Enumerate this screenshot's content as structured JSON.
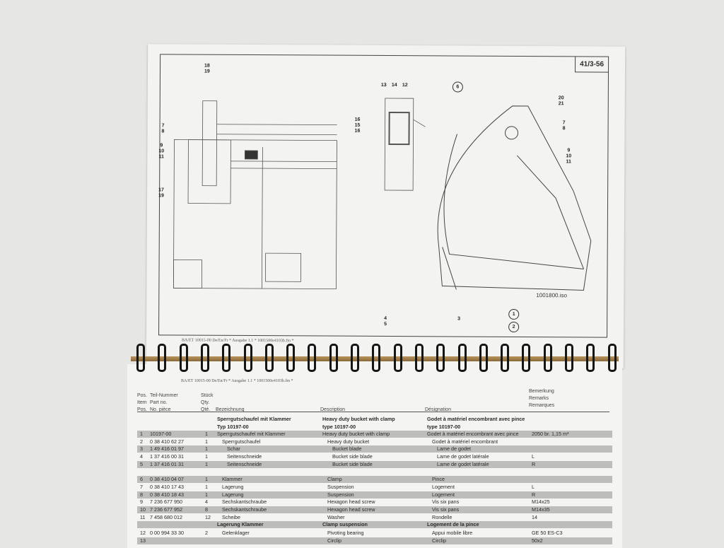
{
  "upper_page": {
    "sheet_number": "41/3-56",
    "image_ref": "1001800.iso",
    "footer": "BA/ET 10015-00 De/En/Fr * Ausgabe 1.1 * 1001500e4103b.fm *",
    "callouts": {
      "left_18_19": "18\n19",
      "left_7_8": "7\n8",
      "left_9_10_11": "9\n10\n11",
      "left_17_19": "17\n19",
      "mid_13": "13",
      "mid_14": "14",
      "mid_12": "12",
      "mid_16_15_16": "16\n15\n16",
      "right_6": "6",
      "right_20_21": "20\n21",
      "right_7_8": "7\n8",
      "right_9_10_11": "9\n10\n11",
      "bottom_4_5": "4\n5",
      "bottom_3": "3",
      "bottom_1": "1",
      "bottom_2": "2"
    }
  },
  "lower_page": {
    "footer": "BA/ET 10015-00 De/En/Fr * Ausgabe 1.1 * 1001500e4103b.fm *",
    "headers": {
      "pos": "Pos.\nItem\nPos.",
      "part": "Teil-Nummer\nPart no.\nNo. pièce",
      "qty": "Stück\nQty.\nQté.",
      "bezeichnung": "Bezeichnung",
      "description": "Description",
      "designation": "Désignation",
      "remarks": "Bemerkung\nRemarks\nRemarques"
    },
    "rows": [
      {
        "type": "section",
        "de": "Sperrgutschaufel mit Klammer",
        "en": "Heavy duty bucket with clamp",
        "fr": "Godet à matériel encombrant avec pince"
      },
      {
        "type": "section",
        "de": "Typ 10197-00",
        "en": "type 10197-00",
        "fr": "type 10197-00"
      },
      {
        "pos": "1",
        "part": "10197-00",
        "qty": "1",
        "de": "Sperrgutschaufel mit Klammer",
        "en": "Heavy duty bucket with clamp",
        "fr": "Godet à matériel encombrant avec pince",
        "rem": "2050 br. 1,15 m³",
        "indent": 0,
        "shade": true
      },
      {
        "pos": "2",
        "part": "0 38 410 62 27",
        "qty": "1",
        "de": "Sperrgutschaufel",
        "en": "Heavy duty bucket",
        "fr": "Godet à matériel encombrant",
        "rem": "",
        "indent": 1
      },
      {
        "pos": "3",
        "part": "1 49 416 01 97",
        "qty": "1",
        "de": "Schar",
        "en": "Bucket blade",
        "fr": "Lame de godet",
        "rem": "",
        "indent": 2,
        "shade": true
      },
      {
        "pos": "4",
        "part": "1 37 416 00 31",
        "qty": "1",
        "de": "Seitenschneide",
        "en": "Bucket side blade",
        "fr": "Lame de godet latérale",
        "rem": "L",
        "indent": 2
      },
      {
        "pos": "5",
        "part": "1 37 416 01 31",
        "qty": "1",
        "de": "Seitenschneide",
        "en": "Bucket side blade",
        "fr": "Lame de godet latérale",
        "rem": "R",
        "indent": 2,
        "shade": true
      },
      {
        "type": "blank"
      },
      {
        "pos": "6",
        "part": "0 38 410 04 07",
        "qty": "1",
        "de": "Klammer",
        "en": "Clamp",
        "fr": "Pince",
        "rem": "",
        "indent": 1,
        "shade": true
      },
      {
        "pos": "7",
        "part": "0 38 410 17 43",
        "qty": "1",
        "de": "Lagerung",
        "en": "Suspension",
        "fr": "Logement",
        "rem": "L",
        "indent": 1
      },
      {
        "pos": "8",
        "part": "0 38 410 18 43",
        "qty": "1",
        "de": "Lagerung",
        "en": "Suspension",
        "fr": "Logement",
        "rem": "R",
        "indent": 1,
        "shade": true
      },
      {
        "pos": "9",
        "part": "7 236 677 950",
        "qty": "4",
        "de": "Sechskantschraube",
        "en": "Hexagon head screw",
        "fr": "Vis six pans",
        "rem": "M14x25",
        "indent": 1
      },
      {
        "pos": "10",
        "part": "7 236 677 952",
        "qty": "8",
        "de": "Sechskantschraube",
        "en": "Hexagon head screw",
        "fr": "Vis six pans",
        "rem": "M14x35",
        "indent": 1,
        "shade": true
      },
      {
        "pos": "11",
        "part": "7 458 680 012",
        "qty": "12",
        "de": "Scheibe",
        "en": "Washer",
        "fr": "Rondelle",
        "rem": "14",
        "indent": 1
      },
      {
        "type": "section",
        "de": "Lagerung Klammer",
        "en": "Clamp suspension",
        "fr": "Logement de la pince",
        "shade": true
      },
      {
        "pos": "12",
        "part": "0 00 994 33 30",
        "qty": "2",
        "de": "Gelenklager",
        "en": "Pivoting bearing",
        "fr": "Appui mobile libre",
        "rem": "GE 50 ES-C3",
        "indent": 1
      },
      {
        "pos": "13",
        "part": "",
        "qty": "",
        "de": "",
        "en": "Circlip",
        "fr": "Circlip",
        "rem": "50x2",
        "indent": 1,
        "shade": true
      }
    ]
  }
}
